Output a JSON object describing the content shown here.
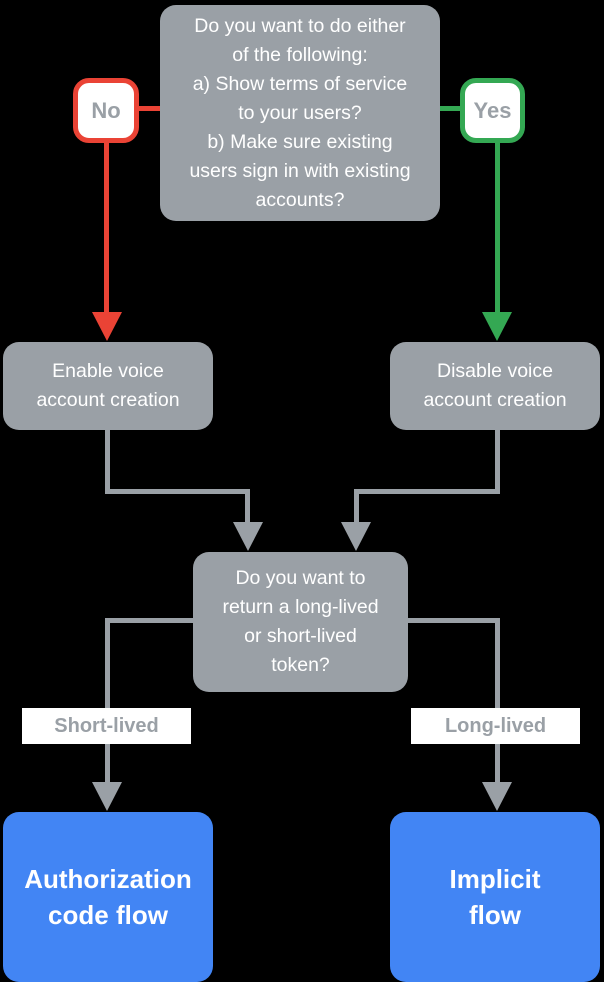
{
  "colors": {
    "gray": "#9AA0A6",
    "red": "#EA4335",
    "green": "#34A853",
    "blue": "#4285F4",
    "background": "#000000",
    "node-text": "#FFFFFF",
    "label-text": "#9AA0A6"
  },
  "flowchart": {
    "top_question": {
      "lines": [
        "Do you want to do either",
        "of the following:",
        "a) Show terms of service",
        "to your users?",
        "b) Make sure existing",
        "users sign in with existing",
        "accounts?"
      ]
    },
    "no_label": "No",
    "yes_label": "Yes",
    "enable_node": {
      "lines": [
        "Enable voice",
        "account creation"
      ]
    },
    "disable_node": {
      "lines": [
        "Disable voice",
        "account creation"
      ]
    },
    "token_question": {
      "lines": [
        "Do you want to",
        "return a long-lived",
        "or short-lived",
        "token?"
      ]
    },
    "short_lived_label": "Short-lived",
    "long_lived_label": "Long-lived",
    "auth_code_node": {
      "lines": [
        "Authorization",
        "code flow"
      ]
    },
    "implicit_node": {
      "lines": [
        "Implicit",
        "flow"
      ]
    }
  }
}
